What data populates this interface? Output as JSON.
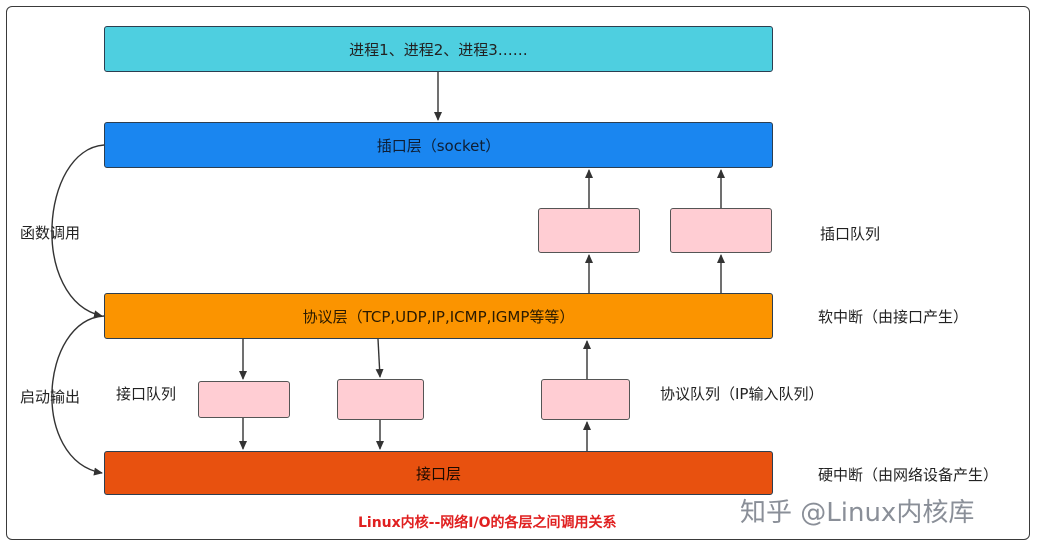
{
  "layers": {
    "processes": "进程1、进程2、进程3……",
    "socket": "插口层（socket）",
    "protocol": "协议层（TCP,UDP,IP,ICMP,IGMP等等）",
    "interface": "接口层"
  },
  "side_labels": {
    "function_call": "函数调用",
    "start_output": "启动输出"
  },
  "right_labels": {
    "socket_queue": "插口队列",
    "soft_interrupt": "软中断（由接口产生）",
    "protocol_queue": "协议队列（IP输入队列）",
    "hard_interrupt": "硬中断（由网络设备产生）"
  },
  "interface_queue_label": "接口队列",
  "caption": "Linux内核--网络I/O的各层之间调用关系",
  "watermark": "知乎 @Linux内核库",
  "colors": {
    "processes": "#4ecfe0",
    "socket": "#1a86f0",
    "protocol": "#fb9400",
    "interface": "#e8510f",
    "queue": "#ffcdd3",
    "caption": "#e02020"
  }
}
